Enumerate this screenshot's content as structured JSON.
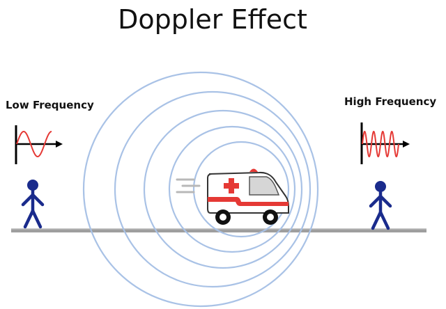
{
  "title": "Doppler Effect",
  "labels": {
    "low": "Low Frequency",
    "high": "High Frequency"
  },
  "colors": {
    "wavefront": "#a9c2e6",
    "wave": "#e53935",
    "person": "#1a2b8c",
    "ground": "#9e9e9e",
    "ambulance_red": "#e53935",
    "ambulance_body": "#ffffff",
    "axis": "#000000"
  },
  "icons": {
    "ambulance": "ambulance-icon",
    "person": "person-icon",
    "siren": "siren-light-icon"
  }
}
